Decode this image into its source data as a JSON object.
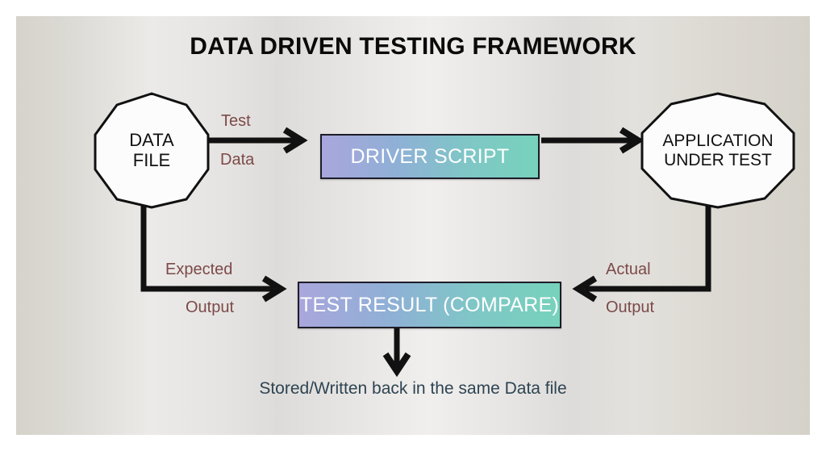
{
  "diagram": {
    "title": "DATA DRIVEN TESTING FRAMEWORK",
    "caption": "Stored/Written back in the same Data file",
    "background_color": "#e3e1dd",
    "frame_color": "#ffffff",
    "nodes": [
      {
        "id": "data-file",
        "shape": "decagon",
        "label_line1": "DATA",
        "label_line2": "FILE",
        "fill": "#fdfdfd",
        "stroke": "#111111",
        "text_color": "#111111"
      },
      {
        "id": "driver-script",
        "shape": "rectangle",
        "label": "DRIVER SCRIPT",
        "fill_from": "#a9a6dc",
        "fill_to": "#77d2bc",
        "stroke": "#1d1d29",
        "text_color": "#ffffff"
      },
      {
        "id": "application-under-test",
        "shape": "decagon",
        "label_line1": "APPLICATION",
        "label_line2": "UNDER TEST",
        "fill": "#fdfdfd",
        "stroke": "#111111",
        "text_color": "#111111"
      },
      {
        "id": "test-result-compare",
        "shape": "rectangle",
        "label": "TEST RESULT (COMPARE)",
        "fill_from": "#a9a6dc",
        "fill_to": "#77d2bc",
        "stroke": "#1d1d29",
        "text_color": "#ffffff"
      }
    ],
    "edges": [
      {
        "id": "data-file-to-driver-script",
        "from": "data-file",
        "to": "driver-script",
        "label_line1": "Test",
        "label_line2": "Data",
        "label_color": "#7b4a49",
        "stroke": "#111111",
        "arrow": "end"
      },
      {
        "id": "driver-script-to-aut",
        "from": "driver-script",
        "to": "application-under-test",
        "label_line1": "",
        "label_line2": "",
        "stroke": "#111111",
        "arrow": "end"
      },
      {
        "id": "data-file-to-test-result",
        "from": "data-file",
        "to": "test-result-compare",
        "label_line1": "Expected",
        "label_line2": "Output",
        "label_color": "#7b4a49",
        "stroke": "#111111",
        "arrow": "end"
      },
      {
        "id": "aut-to-test-result",
        "from": "application-under-test",
        "to": "test-result-compare",
        "label_line1": "Actual",
        "label_line2": "Output",
        "label_color": "#7b4a49",
        "stroke": "#111111",
        "arrow": "end"
      },
      {
        "id": "test-result-to-caption",
        "from": "test-result-compare",
        "to": "caption",
        "stroke": "#111111",
        "arrow": "end"
      }
    ]
  }
}
